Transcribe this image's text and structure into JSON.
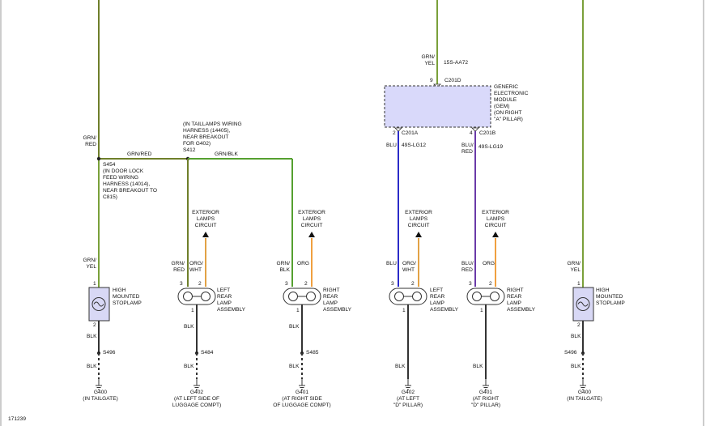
{
  "colors": {
    "grn_red": "#6f7f2a",
    "grn_yel": "#7aa03a",
    "grn_blk": "#55a030",
    "org_wht": "#e2a245",
    "org": "#f0a040",
    "blu": "#2b2bc8",
    "blu_red": "#6a3aa8",
    "blk": "#333333",
    "module_fill": "#d9d9fa",
    "lamp_fill": "#d8d8f5"
  },
  "wires": {
    "grn_red_top": "GRN/\nRED",
    "grn_red_mid": "GRN/RED",
    "grn_blk_mid": "GRN/BLK",
    "grn_yel_top": "GRN/\nYEL",
    "circuit_15s": "15S-AA72",
    "blu_top": "BLU",
    "circuit_49s_lg12": "49S-LG12",
    "blu_red_top": "BLU/\nRED",
    "circuit_49s_lg19": "49S-LG19"
  },
  "splices": {
    "s454": "S454\n(IN DOOR LOCK\nFEED WIRING\nHARNESS (14014),\nNEAR BREAKOUT TO\nC815)",
    "s412": "(IN TAILLAMPS WIRING\nHARNESS (14405),\nNEAR BREAKOUT\nFOR G402)\nS412"
  },
  "module": {
    "connector_top": "C201D",
    "pin_top": "9",
    "name": "GENERIC\nELECTRONIC\nMODULE\n(GEM)\n(ON RIGHT\n\"A\" PILLAR)",
    "left_pin": "2",
    "left_conn": "C201A",
    "right_pin": "4",
    "right_conn": "C201B"
  },
  "exterior_circuit": "EXTERIOR\nLAMPS\nCIRCUIT",
  "columns": {
    "c1": {
      "wire_top": "GRN/\nYEL",
      "pin1": "1",
      "lamp": "HIGH\nMOUNTED\nSTOPLAMP",
      "pin2": "2",
      "blk1": "BLK",
      "splice": "S496",
      "blk2": "BLK",
      "ground": "G400\n(IN TAILGATE)"
    },
    "c2": {
      "wire_left": "GRN/\nRED",
      "wire_right": "ORG/\nWHT",
      "pin3": "3",
      "pin2": "2",
      "lamp": "LEFT\nREAR\nLAMP\nASSEMBLY",
      "pin1": "1",
      "blk1": "BLK",
      "splice": "S484",
      "blk2": "BLK",
      "ground": "G402\n(AT LEFT SIDE OF\nLUGGAGE COMPT)"
    },
    "c3": {
      "wire_left": "GRN/\nBLK",
      "wire_right": "ORG",
      "pin3": "3",
      "pin2": "2",
      "lamp": "RIGHT\nREAR\nLAMP\nASSEMBLY",
      "pin1": "1",
      "blk1": "BLK",
      "splice": "S485",
      "blk2": "BLK",
      "ground": "G401\n(AT RIGHT SIDE\nOF LUGGAGE COMPT)"
    },
    "c4": {
      "wire_left": "BLU",
      "wire_right": "ORG/\nWHT",
      "pin3": "3",
      "pin2": "2",
      "lamp": "LEFT\nREAR\nLAMP\nASSEMBLY",
      "pin1": "1",
      "blk": "BLK",
      "ground": "G402\n(AT LEFT\n\"D\" PILLAR)"
    },
    "c5": {
      "wire_left": "BLU/\nRED",
      "wire_right": "ORG",
      "pin3": "3",
      "pin2": "2",
      "lamp": "RIGHT\nREAR\nLAMP\nASSEMBLY",
      "pin1": "1",
      "blk": "BLK",
      "ground": "G401\n(AT RIGHT\n\"D\" PILLAR)"
    },
    "c6": {
      "wire_top": "GRN/\nYEL",
      "pin1": "1",
      "lamp": "HIGH\nMOUNTED\nSTOPLAMP",
      "pin2": "2",
      "blk1": "BLK",
      "splice": "S496",
      "blk2": "BLK",
      "ground": "G400\n(IN TAILGATE)"
    }
  },
  "figure_id": "171239"
}
